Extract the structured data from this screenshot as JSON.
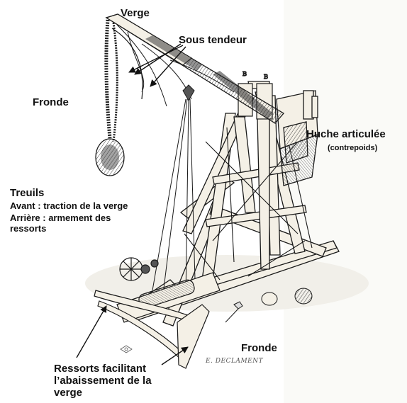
{
  "labels": {
    "verge": "Verge",
    "sous_tendeur": "Sous tendeur",
    "fronde_top": "Fronde",
    "huche": "Huche articulée",
    "huche_sub": "(contrepoids)",
    "treuils_title": "Treuils",
    "treuils_avant": "Avant : traction de la verge",
    "treuils_arriere_1": "Arrière : armement des",
    "treuils_arriere_2": "ressorts",
    "fronde_bottom": "Fronde",
    "ressorts_1": "Ressorts facilitant",
    "ressorts_2": "l’abaissement de la",
    "ressorts_3": "verge"
  },
  "engraving": {
    "letters": [
      "B",
      "B"
    ],
    "signature": "E. DECLAMENT"
  },
  "colors": {
    "ink": "#1a1a1a",
    "wood": "#f4f0e6",
    "shade": "#8a8478"
  }
}
